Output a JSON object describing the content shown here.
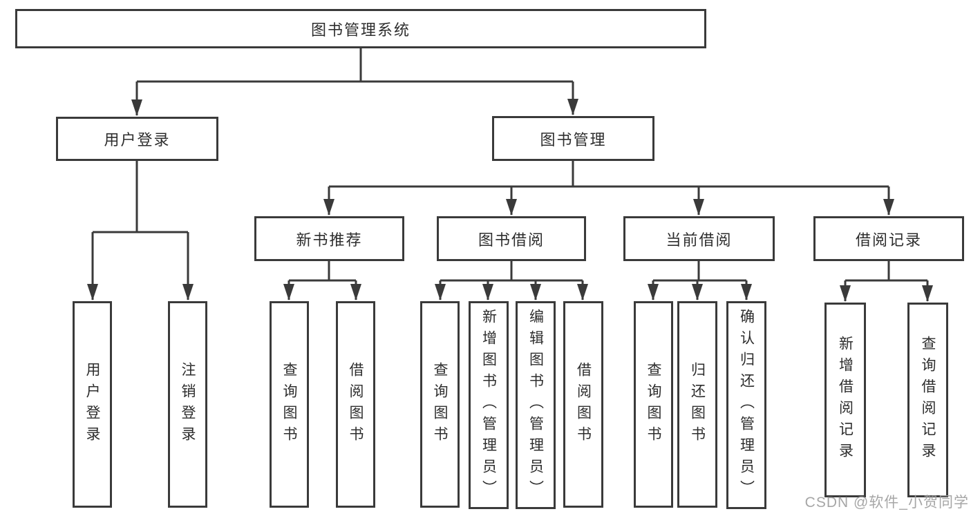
{
  "tree": {
    "label": "图书管理系统",
    "children": [
      {
        "label": "用户登录",
        "children": [
          {
            "label": "用户登录"
          },
          {
            "label": "注销登录"
          }
        ]
      },
      {
        "label": "图书管理",
        "children": [
          {
            "label": "新书推荐",
            "children": [
              {
                "label": "查询图书"
              },
              {
                "label": "借阅图书"
              }
            ]
          },
          {
            "label": "图书借阅",
            "children": [
              {
                "label": "查询图书"
              },
              {
                "label": "新增图书（管理员）"
              },
              {
                "label": "编辑图书（管理员）"
              },
              {
                "label": "借阅图书"
              }
            ]
          },
          {
            "label": "当前借阅",
            "children": [
              {
                "label": "查询图书"
              },
              {
                "label": "归还图书"
              },
              {
                "label": "确认归还（管理员）"
              }
            ]
          },
          {
            "label": "借阅记录",
            "children": [
              {
                "label": "新增借阅记录"
              },
              {
                "label": "查询借阅记录"
              }
            ]
          }
        ]
      }
    ]
  },
  "watermark": {
    "text": "CSDN @软件_小贺同学"
  },
  "colors": {
    "background": "#ffffff",
    "line": "#3a3a3a",
    "text": "#2d2d2d",
    "watermark": "#9e9e9e"
  }
}
